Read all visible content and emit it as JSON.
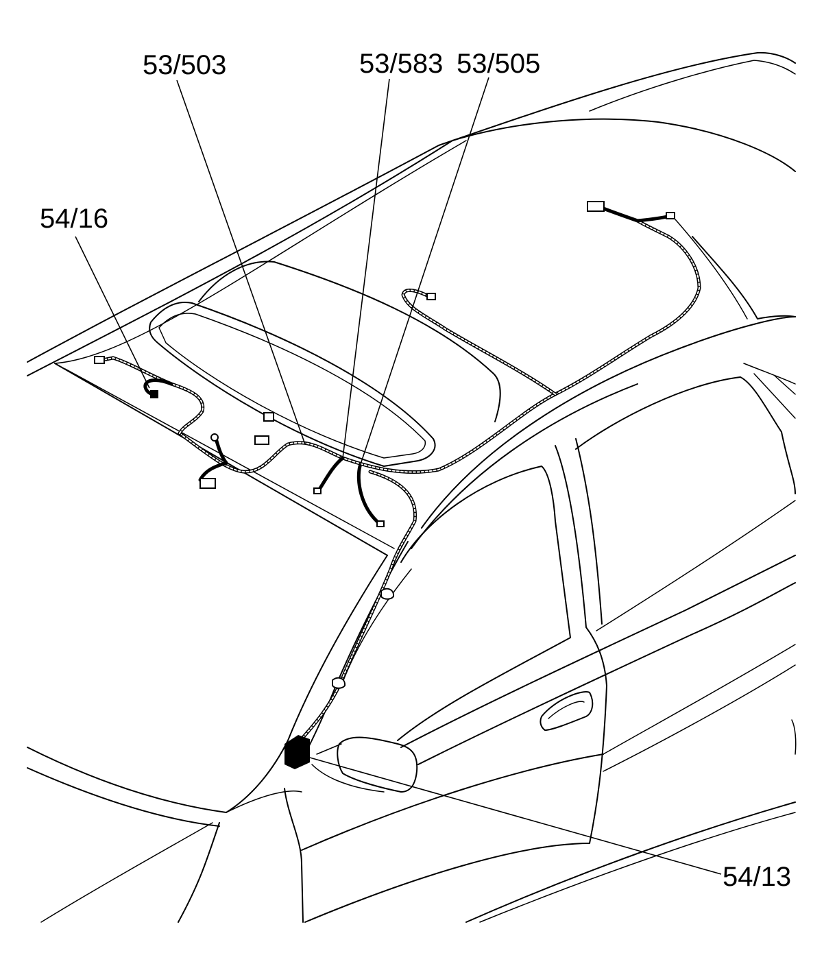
{
  "callouts": {
    "c1": "53/503",
    "c2": "53/583",
    "c3": "53/505",
    "c4": "54/16",
    "c5": "54/13"
  }
}
